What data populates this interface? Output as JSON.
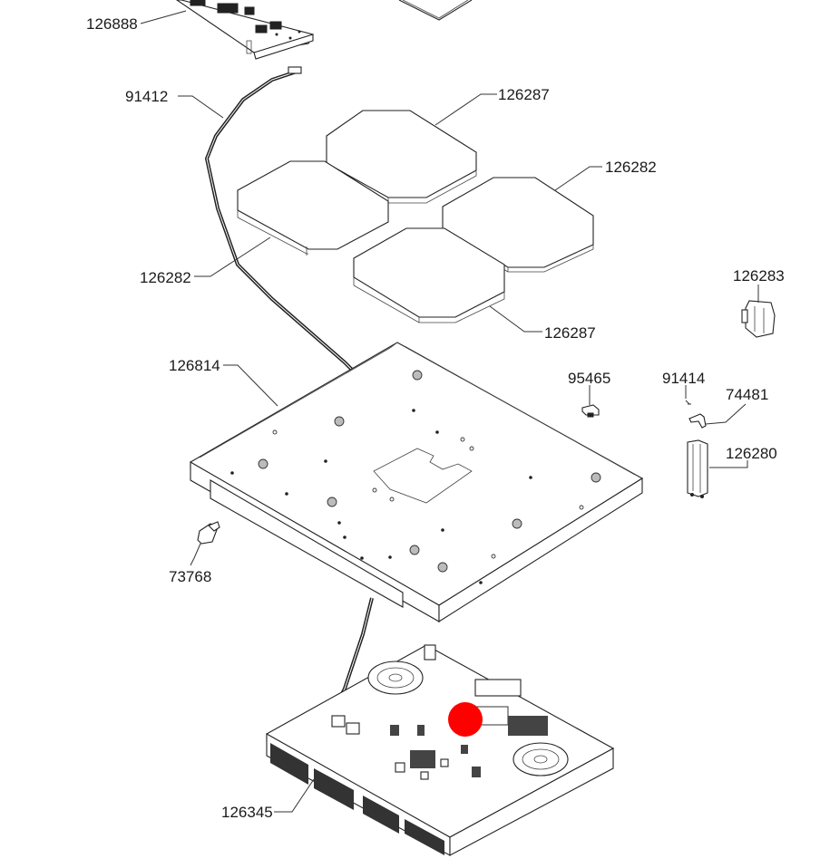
{
  "diagram": {
    "title": "Induction hob exploded parts view",
    "parts": [
      {
        "id": "126888",
        "name": "control-board",
        "label": "126888"
      },
      {
        "id": "91412",
        "name": "ribbon-cable",
        "label": "91412"
      },
      {
        "id": "126287-a",
        "name": "induction-coil-top",
        "label": "126287"
      },
      {
        "id": "126282-a",
        "name": "induction-coil-right",
        "label": "126282"
      },
      {
        "id": "126282-b",
        "name": "induction-coil-left",
        "label": "126282"
      },
      {
        "id": "126287-b",
        "name": "induction-coil-bottom",
        "label": "126287"
      },
      {
        "id": "126283",
        "name": "clip-connector",
        "label": "126283"
      },
      {
        "id": "126814",
        "name": "coil-support-plate",
        "label": "126814"
      },
      {
        "id": "95465",
        "name": "mounting-clip",
        "label": "95465"
      },
      {
        "id": "91414",
        "name": "screw",
        "label": "91414"
      },
      {
        "id": "74481",
        "name": "bracket",
        "label": "74481"
      },
      {
        "id": "126280",
        "name": "side-bracket",
        "label": "126280"
      },
      {
        "id": "73768",
        "name": "spring-clip",
        "label": "73768"
      },
      {
        "id": "126345",
        "name": "power-board-housing",
        "label": "126345"
      }
    ],
    "hotspot": {
      "color": "#ff0000",
      "target": "126345"
    }
  }
}
